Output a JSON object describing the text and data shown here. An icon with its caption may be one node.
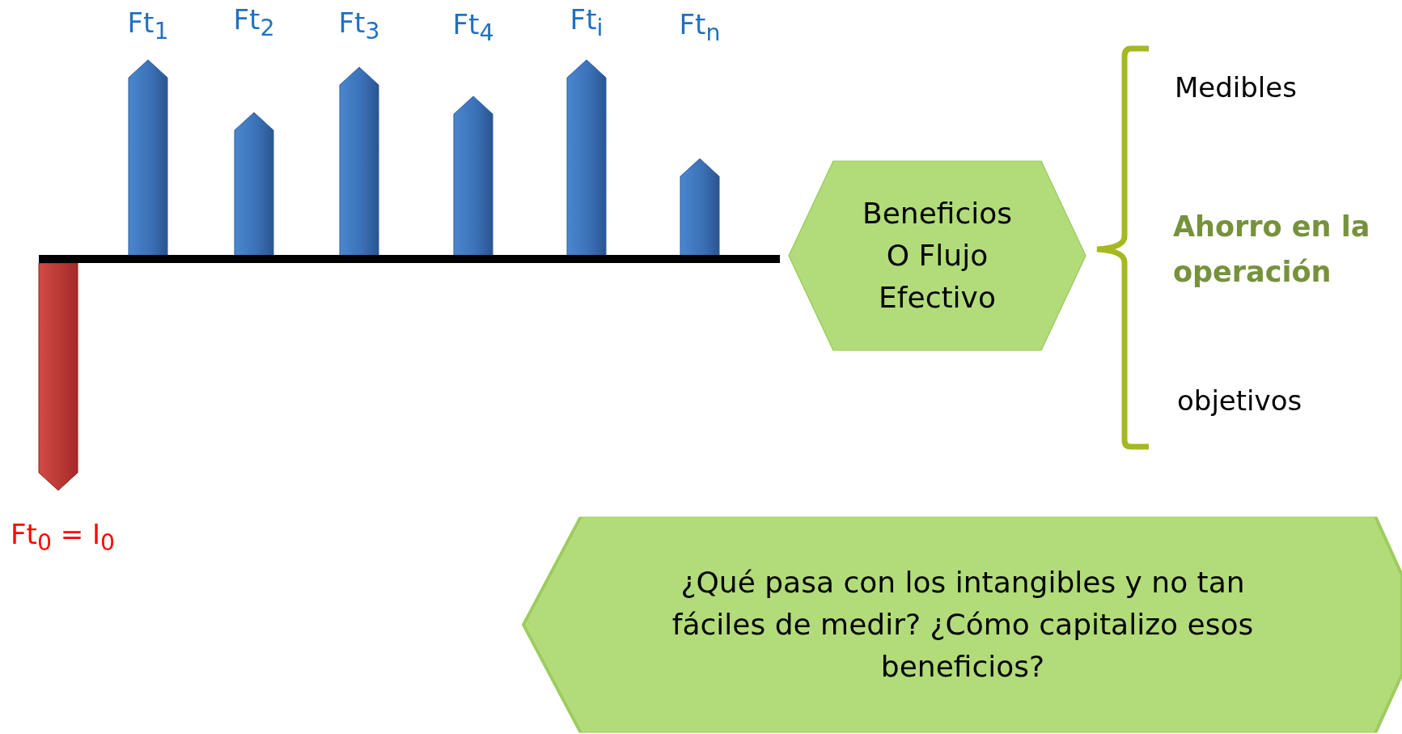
{
  "diagram": {
    "nodes": [
      {
        "text": [
          "Beneficios O Flujo Efectivo"
        ]
      },
      {
        "text": [
          "¿Qué pasa con los intangibles y no tan fáciles de medir? ¿Cómo capitalizo esos beneficios?"
        ]
      }
    ],
    "labels": [
      "Ft$_{1}$",
      "Ft$_{2}$",
      "Ft$_{3}$",
      "Ft$_{4}$",
      "Ft$_{i}$",
      "Ft$_{n}$",
      "Ft$_{0}$ = I$_{0}$",
      "Medibles",
      "Ahorro en la operación",
      "objetivos"
    ]
  }
}
